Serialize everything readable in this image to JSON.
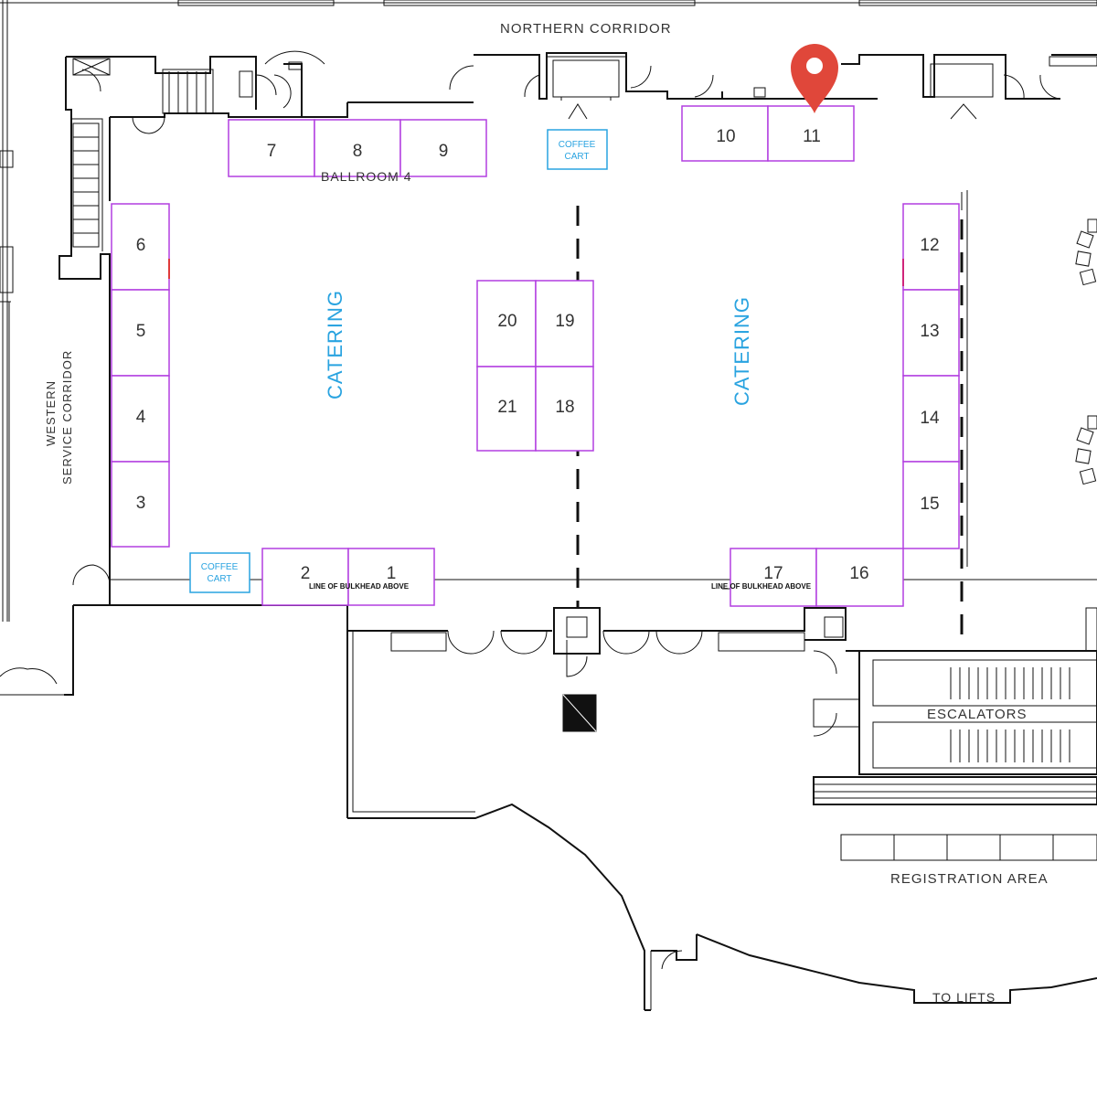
{
  "labels": {
    "northern_corridor": "NORTHERN  CORRIDOR",
    "western_1": "WESTERN",
    "western_2": "SERVICE CORRIDOR",
    "ballroom": "BALLROOM 4",
    "catering_left": "CATERING",
    "catering_right": "CATERING",
    "escalators": "ESCALATORS",
    "registration": "REGISTRATION  AREA",
    "to_lifts": "TO LIFTS",
    "bulkhead_left": "LINE OF BULKHEAD ABOVE",
    "bulkhead_right": "LINE OF BULKHEAD ABOVE"
  },
  "coffee_carts": {
    "top": {
      "line1": "COFFEE",
      "line2": "CART"
    },
    "bottom": {
      "line1": "COFFEE",
      "line2": "CART"
    }
  },
  "booths": {
    "b1": "1",
    "b2": "2",
    "b3": "3",
    "b4": "4",
    "b5": "5",
    "b6": "6",
    "b7": "7",
    "b8": "8",
    "b9": "9",
    "b10": "10",
    "b11": "11",
    "b12": "12",
    "b13": "13",
    "b14": "14",
    "b15": "15",
    "b16": "16",
    "b17": "17",
    "b18": "18",
    "b19": "19",
    "b20": "20",
    "b21": "21"
  },
  "selected_booth": "11",
  "colors": {
    "booth_outline": "#b23fe0",
    "catering_text": "#29a3e0",
    "marker": "#e0473a",
    "wall": "#111111"
  },
  "icons": {
    "marker": "map-pin-icon"
  }
}
